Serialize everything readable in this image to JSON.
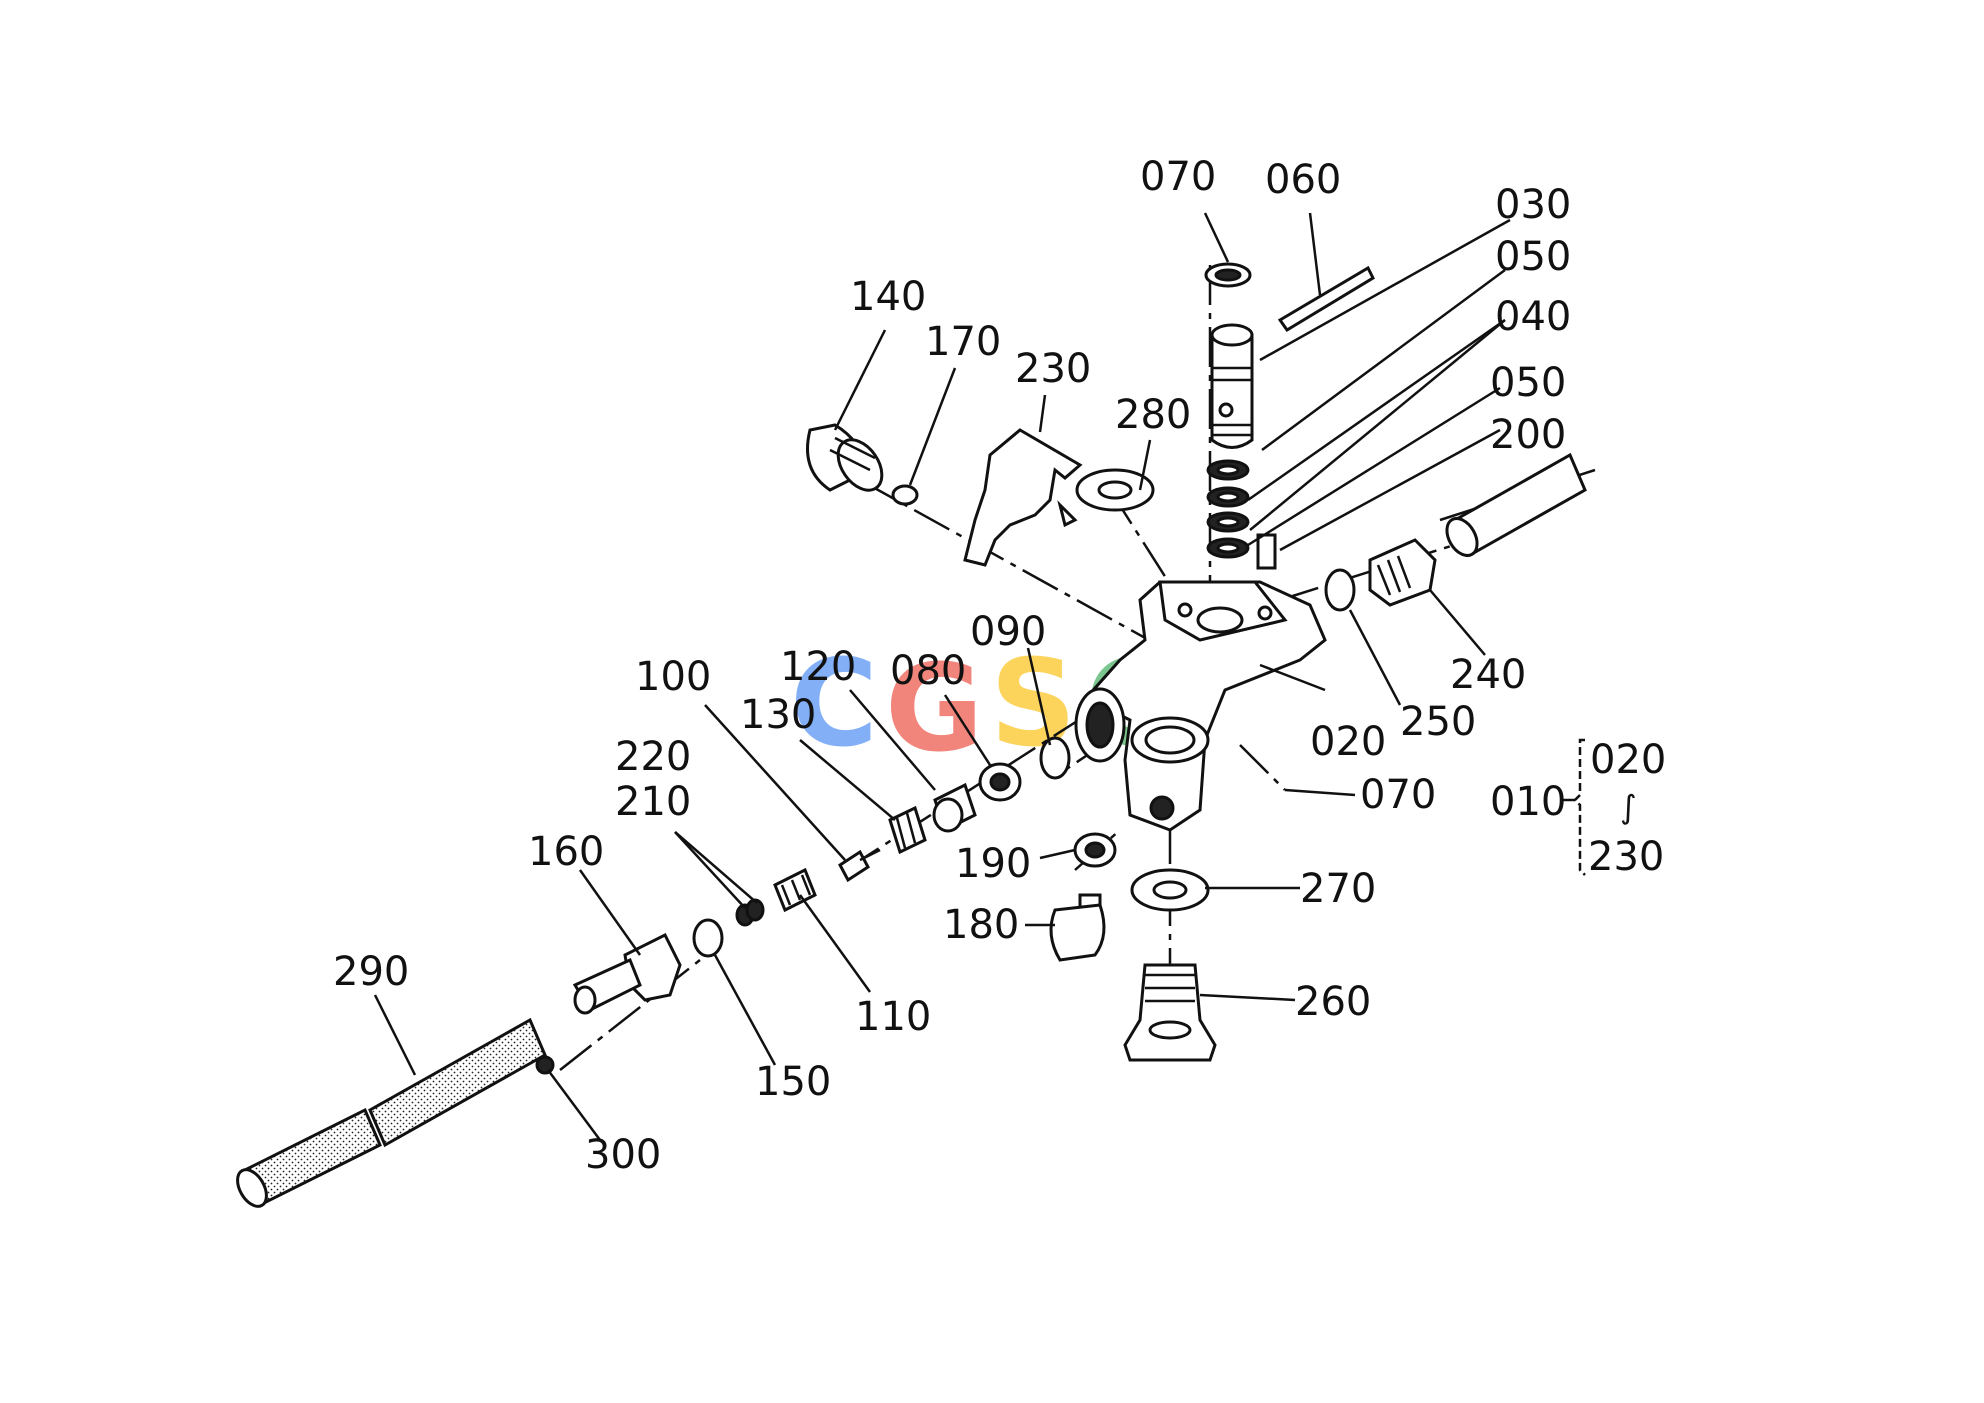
{
  "watermark": {
    "letters": [
      "C",
      "G",
      "S",
      "C"
    ],
    "colors": [
      "#4285F4",
      "#EA4335",
      "#FBBC05",
      "#34A853"
    ]
  },
  "labels": {
    "p070a": "070",
    "p060": "060",
    "p030": "030",
    "p050a": "050",
    "p040": "040",
    "p050b": "050",
    "p200": "200",
    "p140": "140",
    "p170": "170",
    "p230": "230",
    "p280": "280",
    "p240": "240",
    "p250": "250",
    "p020": "020",
    "p090": "090",
    "p080": "080",
    "p120": "120",
    "p100": "100",
    "p130": "130",
    "p220": "220",
    "p210": "210",
    "p160": "160",
    "p070b": "070",
    "p190": "190",
    "p180": "180",
    "p270": "270",
    "p260": "260",
    "p110": "110",
    "p150": "150",
    "p290": "290",
    "p300": "300"
  },
  "assembly_key": {
    "parent": "010",
    "from": "020",
    "tilde": "∫",
    "to": "230"
  }
}
